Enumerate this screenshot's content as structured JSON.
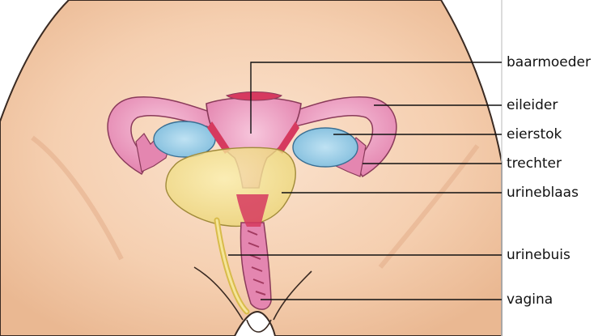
{
  "labels": {
    "uterus": "baarmoeder",
    "fallopian_tube": "eileider",
    "ovary": "eierstok",
    "funnel": "trechter",
    "bladder": "urineblaas",
    "urethra": "urinebuis",
    "vagina": "vagina"
  }
}
